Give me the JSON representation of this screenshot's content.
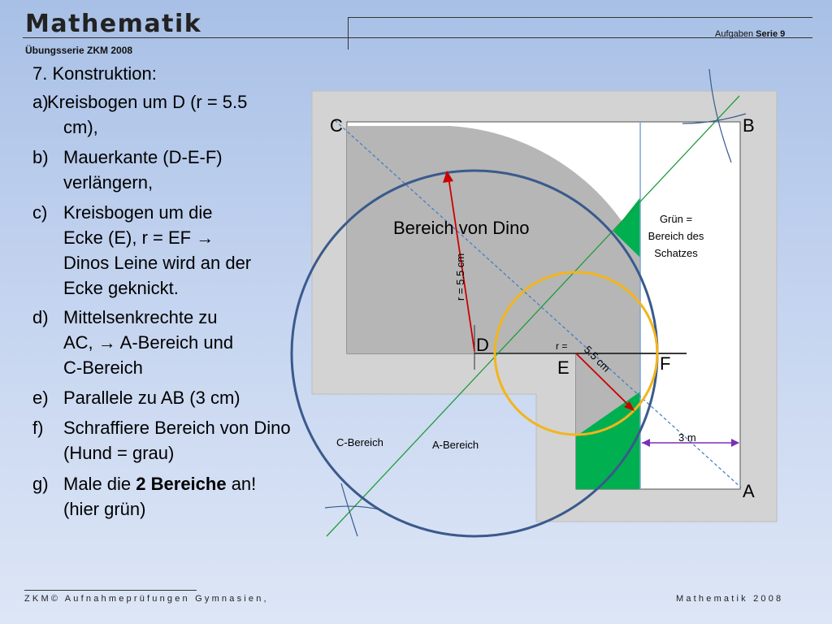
{
  "header": {
    "title": "Mathematik",
    "subtitle": "Übungsserie ZKM 2008",
    "right_prefix": "Aufgaben",
    "right_serie": "Serie 9"
  },
  "task": {
    "title": "7. Konstruktion:",
    "steps": [
      {
        "label": "a)",
        "text": "Kreisbogen um D (r = 5.5 cm),"
      },
      {
        "label": "b)",
        "text": "Mauerkante (D-E-F) verlängern,"
      },
      {
        "label": "c)",
        "text": "Kreisbogen um die Ecke (E), r = EF → Dinos Leine wird an der Ecke geknickt."
      },
      {
        "label": "d)",
        "text": "Mittelsenkrechte zu AC, → A-Bereich und C-Bereich"
      },
      {
        "label": "e)",
        "text": "Parallele zu AB (3 cm)"
      },
      {
        "label": "f)",
        "text": "Schraffiere Bereich von Dino (Hund = grau)"
      },
      {
        "label": "g)",
        "text_prefix": "Male die ",
        "text_bold": "2 Bereiche",
        "text_suffix": " an! (hier grün)"
      }
    ]
  },
  "diagram": {
    "points": {
      "A": "A",
      "B": "B",
      "C": "C",
      "D": "D",
      "E": "E",
      "F": "F"
    },
    "dino_label": "Bereich von Dino",
    "radius_label": "r = 5.5 cm",
    "radius2_prefix": "r =",
    "radius2_value": "5.5 cm",
    "green_note": [
      "Grün =",
      "Bereich des",
      "Schatzes"
    ],
    "c_region": "C-Bereich",
    "a_region": "A-Bereich",
    "distance_label": "3 m",
    "colors": {
      "wall": "#d3d3d3",
      "dino": "#b6b6b6",
      "treasure": "#00b050",
      "big_circle": "#3a5a8c",
      "small_circle": "#f2b51c",
      "perpendicular_bisector": "#1f9b3a",
      "diagonal": "#3d7ac8",
      "radius_arrow": "#cc0000",
      "distance_arrow": "#7a2fb5"
    }
  },
  "footer": {
    "left": "ZKM© Aufnahmeprüfungen Gymnasien,",
    "right": "Mathematik 2008"
  }
}
